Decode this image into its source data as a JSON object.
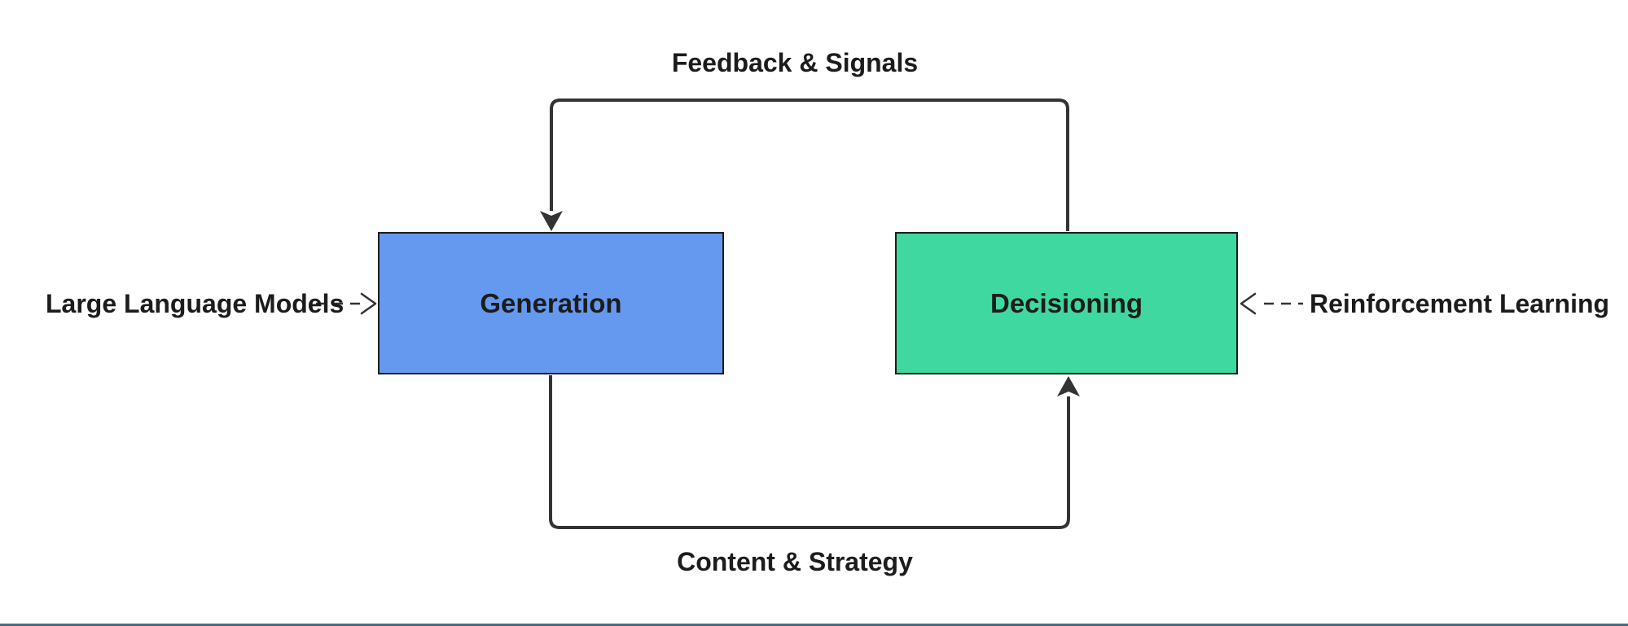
{
  "diagram": {
    "nodes": {
      "generation": {
        "label": "Generation",
        "fill": "#6499ef",
        "border": "#1d1d1d"
      },
      "decisioning": {
        "label": "Decisioning",
        "fill": "#3fd8a0",
        "border": "#1d1d1d"
      }
    },
    "edges": {
      "feedback": {
        "label": "Feedback & Signals",
        "from": "decisioning",
        "to": "generation",
        "style": "solid"
      },
      "content": {
        "label": "Content & Strategy",
        "from": "generation",
        "to": "decisioning",
        "style": "solid"
      },
      "llm": {
        "label": "Large Language Models",
        "to": "generation",
        "style": "dashed"
      },
      "rl": {
        "label": "Reinforcement Learning",
        "to": "decisioning",
        "style": "dashed"
      }
    },
    "colors": {
      "line": "#333333",
      "text": "#1c1c1c",
      "bottom_rule": "#4b6b78"
    }
  }
}
